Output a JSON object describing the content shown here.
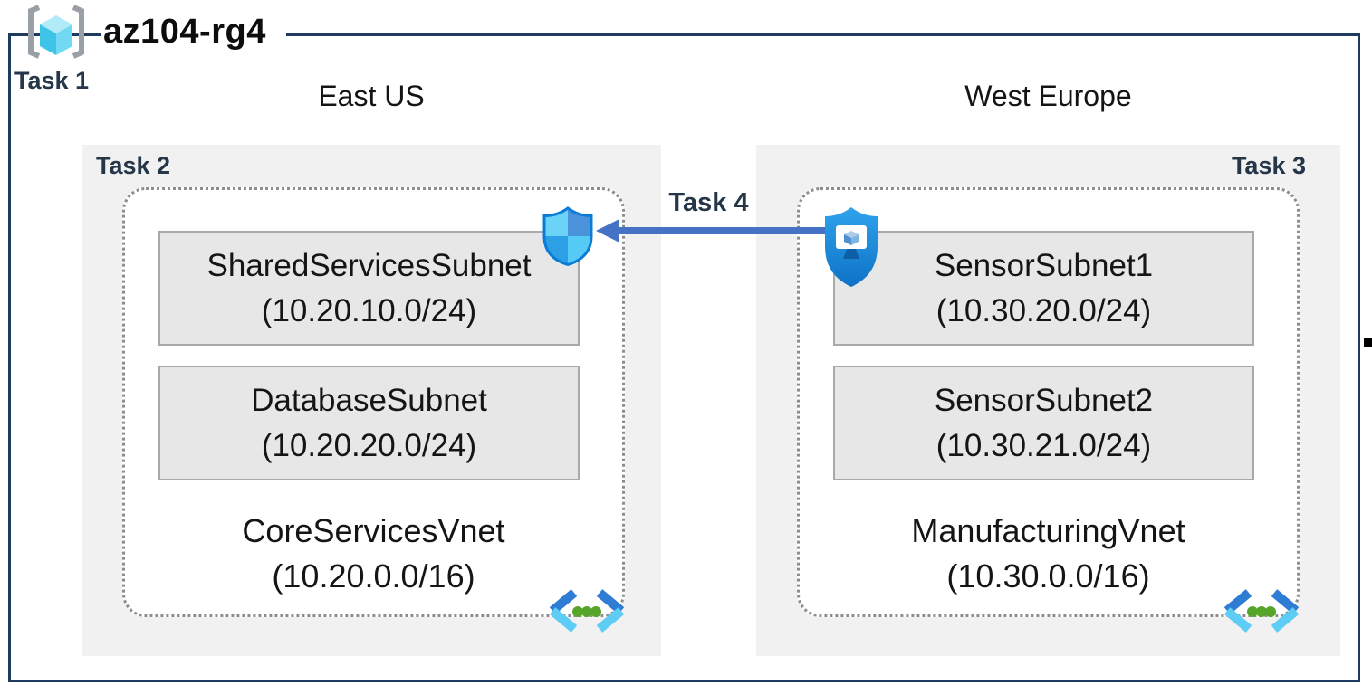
{
  "diagram": {
    "resource_group": {
      "name": "az104-rg4",
      "task_label": "Task 1",
      "icon": "resource-group-brackets-cube-icon"
    },
    "regions": [
      {
        "name": "East US",
        "task_label": "Task 2",
        "vnet": {
          "name": "CoreServicesVnet",
          "cidr": "(10.20.0.0/16)"
        },
        "subnets": [
          {
            "name": "SharedServicesSubnet",
            "cidr": "(10.20.10.0/24)"
          },
          {
            "name": "DatabaseSubnet",
            "cidr": "(10.20.20.0/24)"
          }
        ],
        "corner_icon": "network-security-shield-icon",
        "vnet_icon": "virtual-network-chevron-dots-icon"
      },
      {
        "name": "West Europe",
        "task_label": "Task 3",
        "vnet": {
          "name": "ManufacturingVnet",
          "cidr": "(10.30.0.0/16)"
        },
        "subnets": [
          {
            "name": "SensorSubnet1",
            "cidr": "(10.30.20.0/24)"
          },
          {
            "name": "SensorSubnet2",
            "cidr": "(10.30.21.0/24)"
          }
        ],
        "corner_icon": "shielded-monitor-icon",
        "vnet_icon": "virtual-network-chevron-dots-icon"
      }
    ],
    "connection": {
      "label": "Task 4",
      "direction": "right-to-left-arrow"
    },
    "colors": {
      "border_navy": "#1e3a5c",
      "task_text": "#243648",
      "region_fill": "#f1f1f2",
      "subnet_fill": "#e7e7e7",
      "subnet_border": "#a9a9a9",
      "dotted_border": "#8d8d8d",
      "arrow_blue": "#4472c4",
      "shield_outline": "#0b7bd8",
      "shield_quadrant_light": "#6bd3f7",
      "shield_quadrant_mid": "#4a92da",
      "shield_quadrant_bright": "#2d9fe5",
      "shield_quadrant_cyan": "#54caf4",
      "monitor_shield_fill": "#1e87db",
      "vnet_chevron_blue": "#2e7cd4",
      "vnet_chevron_cyan": "#5ecdf5",
      "vnet_dot_green": "#57a42b",
      "rg_bracket_gray": "#9aa0a6",
      "rg_cube_cyan": "#43c5ea"
    }
  }
}
